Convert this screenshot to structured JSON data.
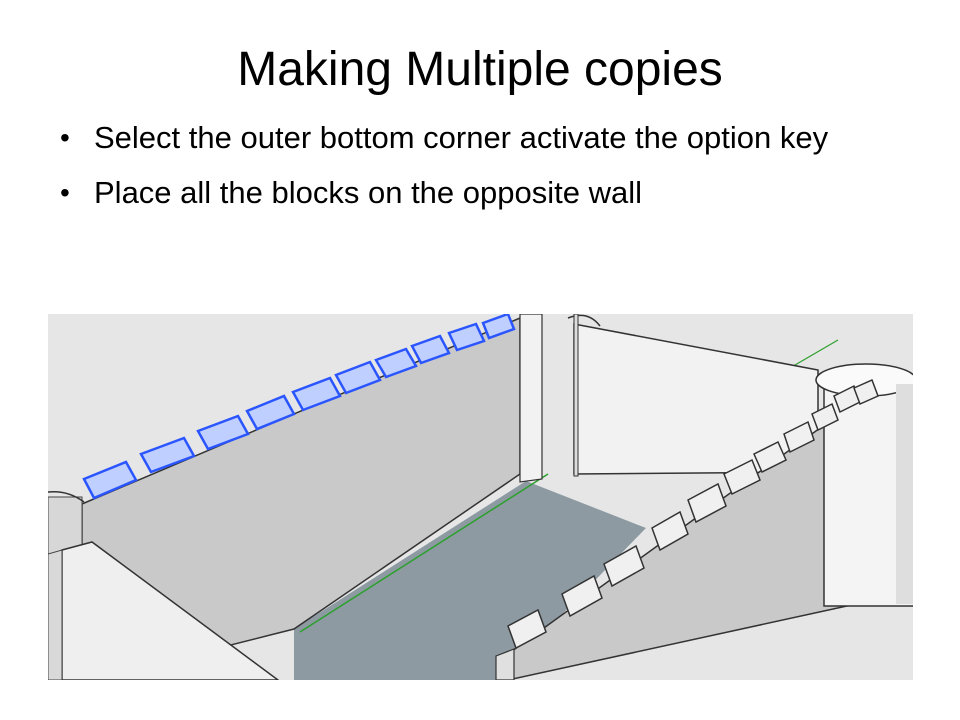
{
  "slide": {
    "title": "Making Multiple copies",
    "bullets": [
      "Select the outer bottom corner activate the option key",
      "Place all the blocks on the opposite wall"
    ]
  },
  "colors": {
    "selection_blue": "#2a55ff",
    "floor": "#8d9aa2",
    "wall_gray": "#c9c9c9",
    "wall_light": "#e6e6e6",
    "axis_green": "#2ca02c"
  }
}
